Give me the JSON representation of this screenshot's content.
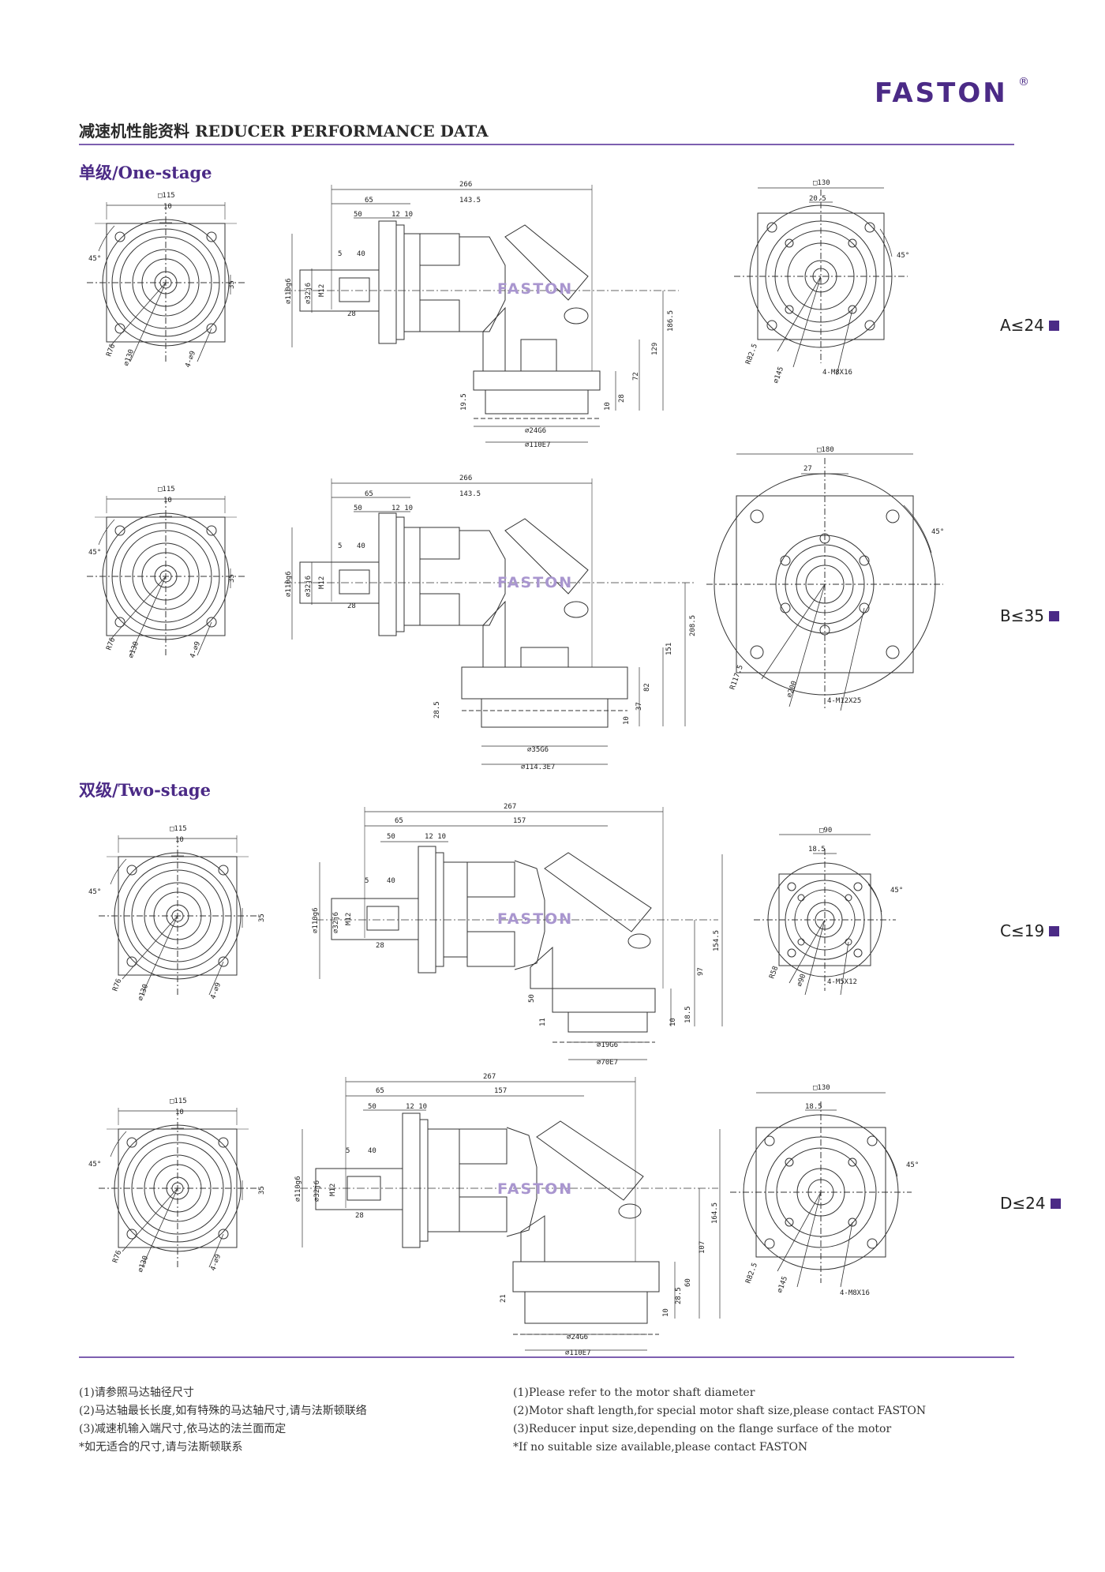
{
  "brand": {
    "logo": "FASTON",
    "reg": "®"
  },
  "header": {
    "title": "减速机性能资料 REDUCER PERFORMANCE DATA"
  },
  "stages": {
    "one": "单级/One-stage",
    "two": "双级/Two-stage"
  },
  "watermark": "FASTON",
  "ratings": {
    "a": "A≤24",
    "b": "B≤35",
    "c": "C≤19",
    "d": "D≤24"
  },
  "dims": {
    "sq115": "□115",
    "d10": "10",
    "d35": "35",
    "a45": "45°",
    "r76": "R76",
    "p130": "⌀130",
    "h4": "4-⌀9",
    "len266": "266",
    "len267": "267",
    "d65": "65",
    "d1435": "143.5",
    "d157": "157",
    "d50": "50",
    "d1210": "12 10",
    "d5": "5",
    "d40": "40",
    "d28": "28",
    "m12": "M12",
    "p110g6": "⌀110g6",
    "p32j6": "⌀32j6",
    "a_h1865": "186.5",
    "a_h129": "129",
    "a_h72": "72",
    "a_h195": "19.5",
    "a_h10": "10",
    "a_h28": "28",
    "a_p24g6": "⌀24G6",
    "a_p110e7": "⌀110E7",
    "a_sq130": "□130",
    "a_d205": "20.5",
    "a_r825": "R82.5",
    "a_p145": "⌀145",
    "a_m8": "4-M8X16",
    "b_h2085": "208.5",
    "b_h151": "151",
    "b_h82": "82",
    "b_h285": "28.5",
    "b_h10": "10",
    "b_h37": "37",
    "b_p35g6": "⌀35G6",
    "b_p1143e7": "⌀114.3E7",
    "b_sq180": "□180",
    "b_d27": "27",
    "b_r1175": "R117.5",
    "b_p200": "⌀200",
    "b_m12": "4-M12X25",
    "c_h1545": "154.5",
    "c_h97": "97",
    "c_h50": "50",
    "c_h11": "11",
    "c_h10": "10",
    "c_h185": "18.5",
    "c_p19g6": "⌀19G6",
    "c_p70e7": "⌀70E7",
    "c_sq90": "□90",
    "c_d185": "18.5",
    "c_r58": "R58",
    "c_p90": "⌀90",
    "c_m5": "4-M5X12",
    "d_h1645": "164.5",
    "d_h107": "107",
    "d_h60": "60",
    "d_h21": "21",
    "d_h10": "10",
    "d_h285": "28.5",
    "d_p24g6": "⌀24G6",
    "d_p110e7": "⌀110E7",
    "d_sq130": "□130",
    "d_d185": "18.5",
    "d_r825": "R82.5",
    "d_p145": "⌀145",
    "d_m8": "4-M8X16"
  },
  "notes": {
    "cn": [
      "(1)请参照马达轴径尺寸",
      "(2)马达轴最长长度,如有特殊的马达轴尺寸,请与法斯顿联络",
      "(3)减速机输入端尺寸,依马达的法兰面而定",
      "*如无适合的尺寸,请与法斯顿联系"
    ],
    "en": [
      "(1)Please refer to the motor shaft diameter",
      "(2)Motor shaft length,for special motor shaft size,please contact FASTON",
      "(3)Reducer input size,depending on the flange surface of the motor",
      "*If no suitable size available,please contact FASTON"
    ]
  },
  "colors": {
    "brand": "#4b2a86",
    "rule": "#7d5fb0",
    "watermark": "#a996cf"
  }
}
